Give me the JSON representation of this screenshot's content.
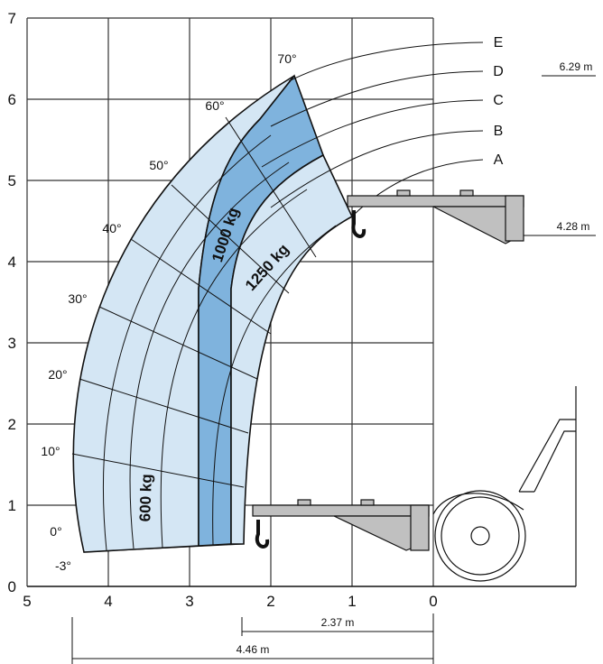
{
  "chart_data": {
    "type": "load_chart",
    "x_axis": {
      "ticks": [
        "5",
        "4",
        "3",
        "2",
        "1",
        "0"
      ],
      "xlim": [
        5,
        0
      ],
      "reversed": true
    },
    "y_axis": {
      "ticks": [
        "0",
        "1",
        "2",
        "3",
        "4",
        "5",
        "6",
        "7"
      ],
      "ylim": [
        0,
        7
      ]
    },
    "grid": true,
    "angle_labels": [
      "-3°",
      "0°",
      "10°",
      "20°",
      "30°",
      "40°",
      "50°",
      "60°",
      "70°"
    ],
    "extension_labels": [
      "E",
      "D",
      "C",
      "B",
      "A"
    ],
    "load_zones": [
      {
        "label": "600 kg",
        "color": "#d4e6f4"
      },
      {
        "label": "1000 kg",
        "color": "#7fb3dd"
      },
      {
        "label": "1250 kg",
        "color": "#d4e6f4"
      }
    ],
    "dimensions": {
      "max_height": "6.29 m",
      "retracted_height": "4.28 m",
      "min_reach": "2.37 m",
      "max_reach": "4.46 m"
    },
    "colors": {
      "outer_zone": "#d4e6f4",
      "mid_zone": "#7fb3dd",
      "stroke": "#111111",
      "grid": "#333333",
      "machine": "#bfbfbf"
    }
  }
}
